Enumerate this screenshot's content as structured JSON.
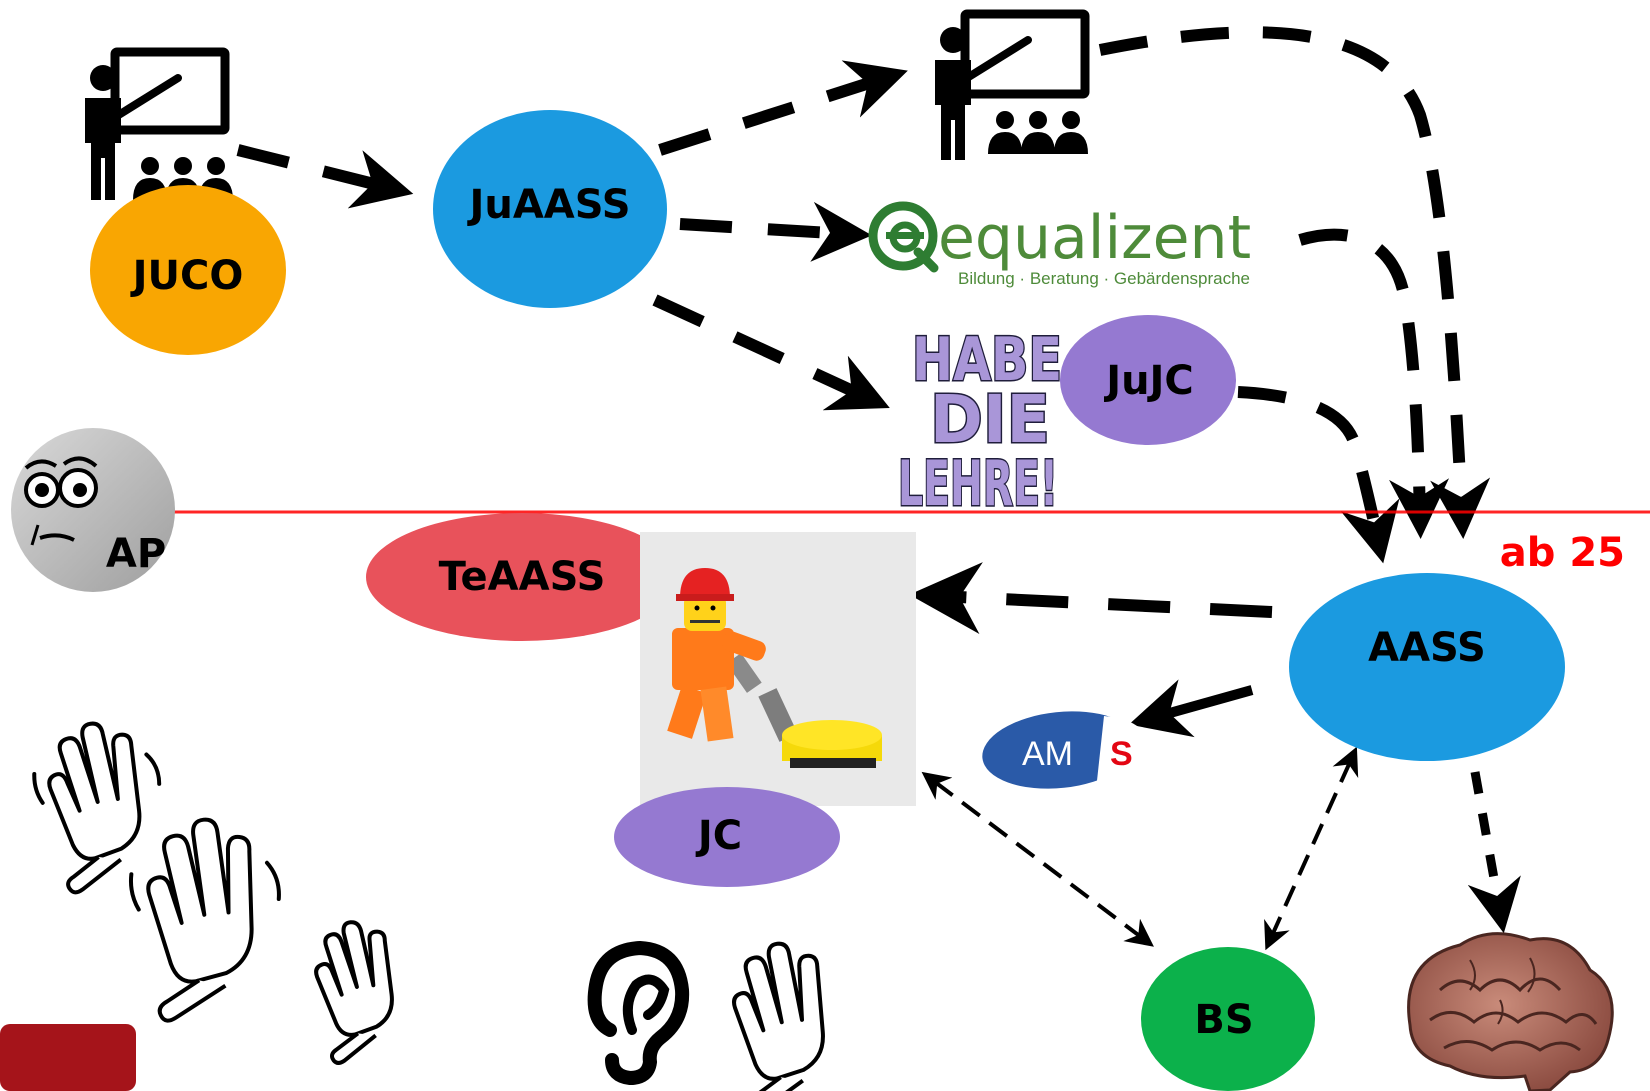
{
  "nodes": {
    "juco": {
      "label": "JUCO",
      "color": "#f9a602"
    },
    "juaass": {
      "label": "JuAASS",
      "color": "#1b9ae0"
    },
    "jujc": {
      "label": "JuJC",
      "color": "#9579d1"
    },
    "ap": {
      "label": "AP",
      "color": "#bdbdbd"
    },
    "teaass": {
      "label": "TeAASS",
      "color": "#e8525b"
    },
    "jc": {
      "label": "JC",
      "color": "#9579d1"
    },
    "aass": {
      "label": "AASS",
      "color": "#1b9ae0"
    },
    "bs": {
      "label": "BS",
      "color": "#0cb14b"
    }
  },
  "logos": {
    "equalizent": {
      "name": "equalizent",
      "tagline": "Bildung · Beratung · Gebärdensprache",
      "color": "#4e8b3a"
    },
    "habe_die_lehre": {
      "lines": [
        "HABE",
        "DIE",
        "LEHRE!"
      ]
    },
    "ams": {
      "text_main": "AM",
      "text_accent": "S",
      "bg_color": "#2a5aa8"
    }
  },
  "age_line": {
    "label": "ab 25",
    "color": "#ff0000"
  },
  "icons": [
    "teacher-classroom-icon",
    "confused-face-icon",
    "sign-language-hands-icon",
    "ear-icon",
    "lego-worker-photo",
    "brain-icon"
  ],
  "accent": {
    "corner_tab": "#a5141a"
  }
}
